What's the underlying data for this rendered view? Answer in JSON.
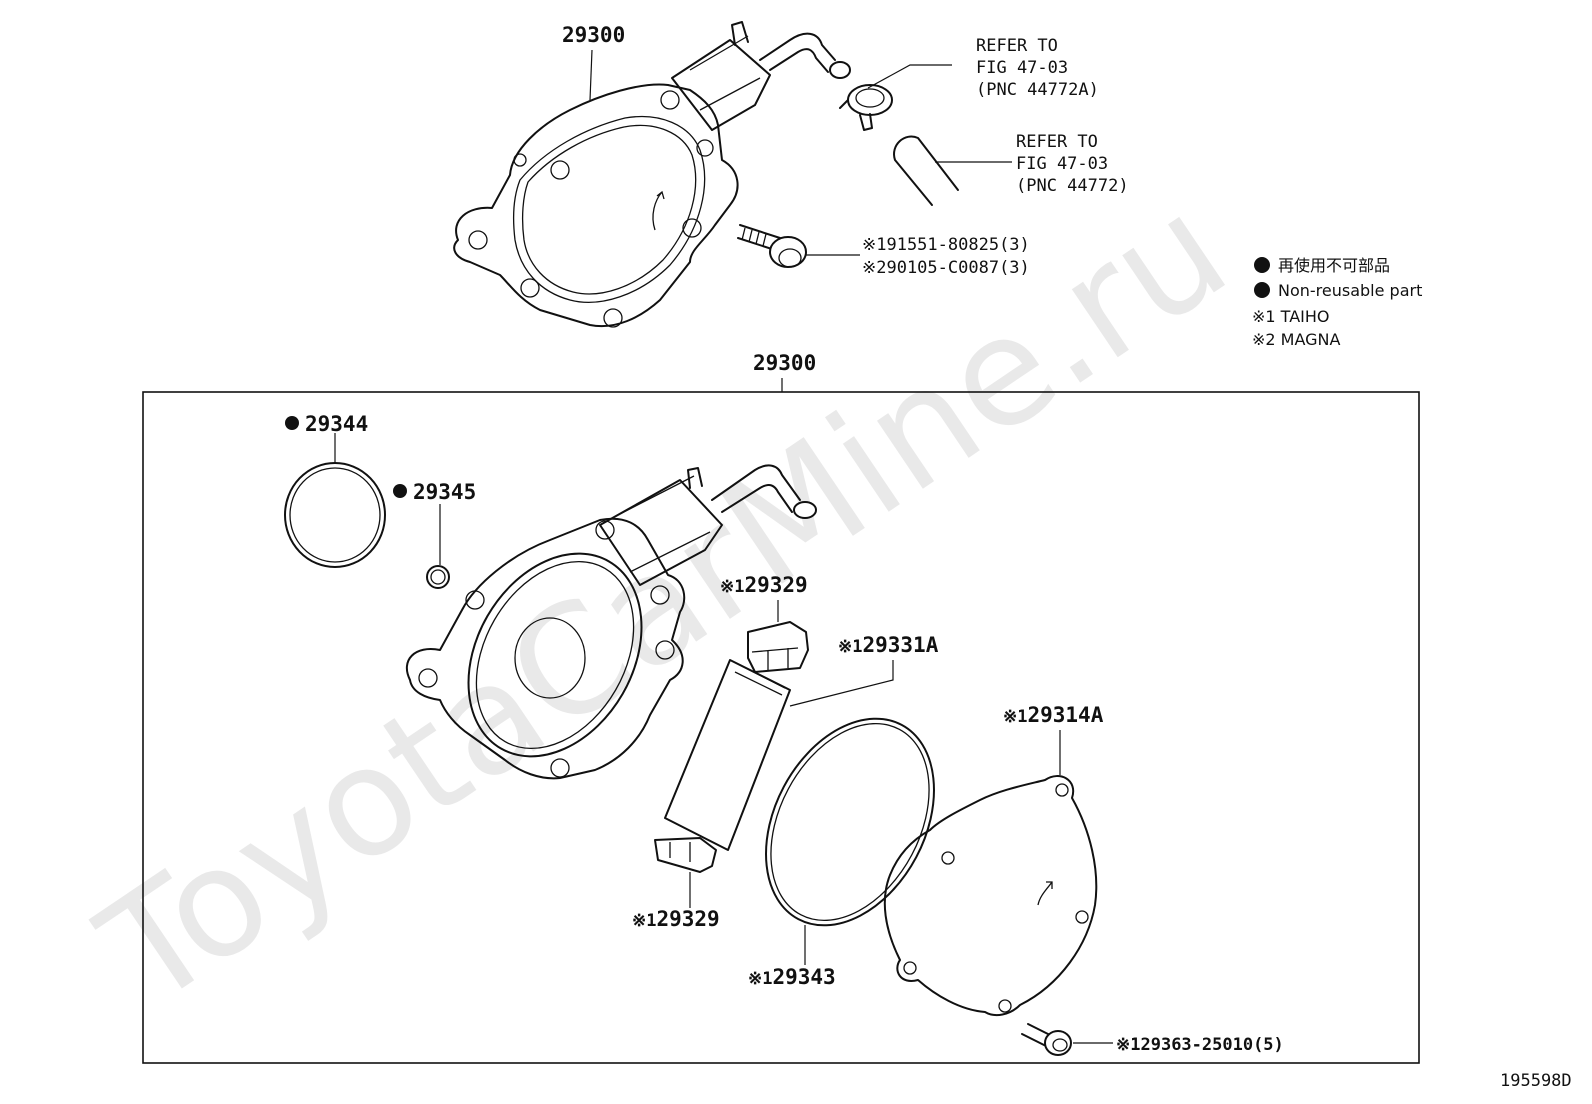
{
  "watermark": "ToyotaCarMine.ru",
  "figure_id": "195598D",
  "top_assembly": {
    "label": "29300",
    "refs": [
      {
        "lines": [
          "REFER TO",
          "FIG 47-03",
          "(PNC 44772A)"
        ]
      },
      {
        "lines": [
          "REFER TO",
          "FIG 47-03",
          "(PNC 44772)"
        ]
      }
    ],
    "bolt_labels": [
      "※191551-80825(3)",
      "※290105-C0087(3)"
    ]
  },
  "legend": {
    "jp": "再使用不可部品",
    "en": "Non-reusable part",
    "note1": "※1 TAIHO",
    "note2": "※2 MAGNA"
  },
  "box": {
    "label": "29300",
    "parts": {
      "oring_large": "29344",
      "oring_small": "29345",
      "vane_cap_top_prefix": "※1",
      "vane_cap_top": "29329",
      "vane_prefix": "※1",
      "vane": "29331A",
      "cover_prefix": "※1",
      "cover": "29314A",
      "vane_cap_bottom_prefix": "※1",
      "vane_cap_bottom": "29329",
      "cover_gasket_prefix": "※1",
      "cover_gasket": "29343",
      "cover_bolt_prefix": "※1",
      "cover_bolt": "29363-25010(5)"
    }
  }
}
